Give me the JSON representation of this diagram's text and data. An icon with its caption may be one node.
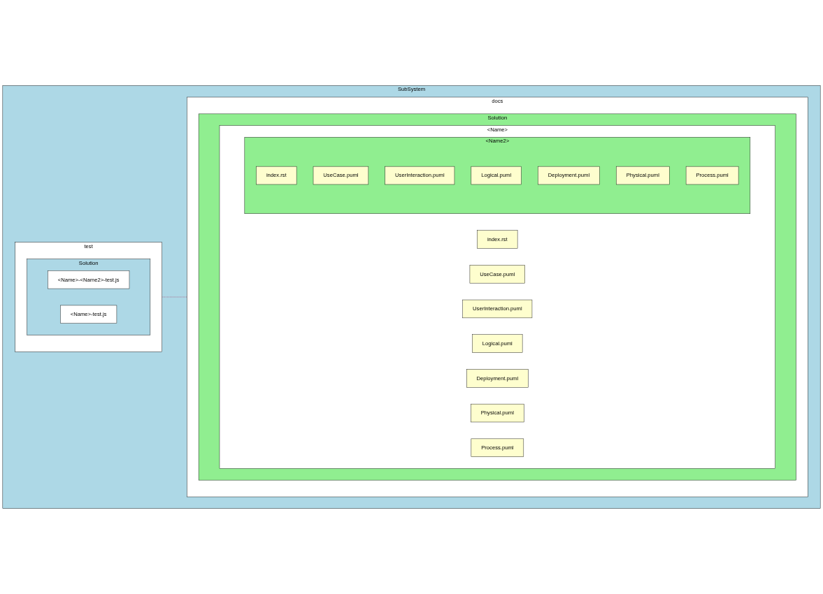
{
  "diagram": {
    "nodes": [
      {
        "text": [
          "SubSystem"
        ]
      },
      {
        "text": [
          "test"
        ],
        "in": 0
      },
      {
        "text": [
          "Solution"
        ],
        "in": 1
      },
      {
        "text": [
          "<Name>-<Name2>-test.js"
        ],
        "in": 2
      },
      {
        "text": [
          "<Name>-test.js"
        ],
        "in": 2
      },
      {
        "text": [
          "docs"
        ],
        "in": 0
      },
      {
        "text": [
          "Solution"
        ],
        "in": 5
      },
      {
        "text": [
          "<Name>"
        ],
        "in": 6
      },
      {
        "text": [
          "index.rst"
        ],
        "in": 7
      },
      {
        "text": [
          "UseCase.puml"
        ],
        "in": 7
      },
      {
        "text": [
          "UserInteraction.puml"
        ],
        "in": 7
      },
      {
        "text": [
          "Logical.puml"
        ],
        "in": 7
      },
      {
        "text": [
          "Deployment.puml"
        ],
        "in": 7
      },
      {
        "text": [
          "Physical.puml"
        ],
        "in": 7
      },
      {
        "text": [
          "Process.puml"
        ],
        "in": 7
      },
      {
        "text": [
          "<Name2>"
        ],
        "in": 7
      },
      {
        "text": [
          "index.rst"
        ],
        "in": 15
      },
      {
        "text": [
          "UseCase.puml"
        ],
        "in": 15
      },
      {
        "text": [
          "UserInteraction.puml"
        ],
        "in": 15
      },
      {
        "text": [
          "Logical.puml"
        ],
        "in": 15
      },
      {
        "text": [
          "Deployment.puml"
        ],
        "in": 15
      },
      {
        "text": [
          "Physical.puml"
        ],
        "in": 15
      },
      {
        "text": [
          "Process.puml"
        ],
        "in": 15
      }
    ],
    "edges": [
      {
        "from": 1,
        "to": 5,
        "arrow": "none",
        "style": "dashed",
        "color": "#a80036"
      }
    ]
  }
}
